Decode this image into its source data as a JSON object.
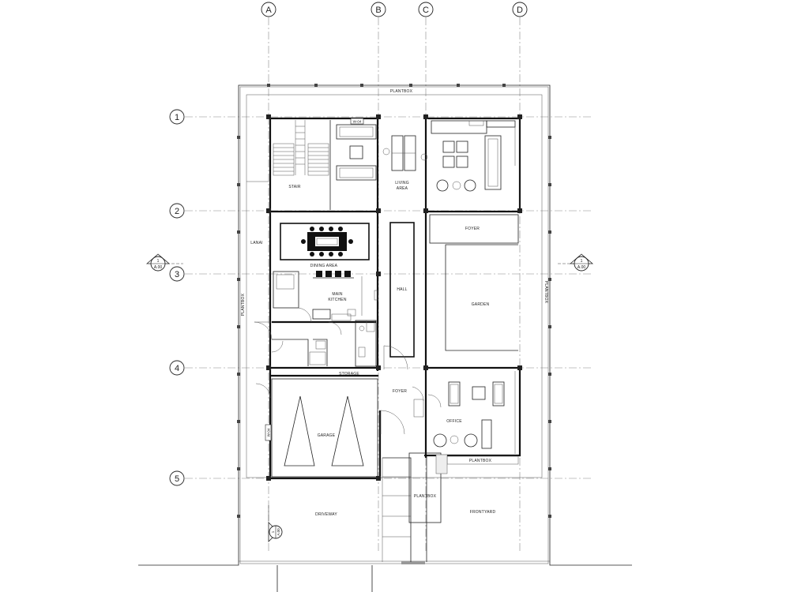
{
  "grid": {
    "columns": [
      "A",
      "B",
      "C",
      "D"
    ],
    "rows": [
      "1",
      "2",
      "3",
      "4",
      "5"
    ]
  },
  "rooms": {
    "plantbox_top": "PLANTBOX",
    "stair": "STAIR",
    "living_area_line1": "LIVING",
    "living_area_line2": "AREA",
    "foyer_top": "FOYER",
    "lanai": "LANAI",
    "dining_area": "DINING AREA",
    "main_kitchen_line1": "MAIN",
    "main_kitchen_line2": "KITCHEN",
    "hall": "HALL",
    "garden": "GARDEN",
    "plantbox_left": "PLANTBOX",
    "plantbox_right": "PLANTBOX",
    "storage": "STORAGE",
    "foyer_bottom": "FOYER",
    "office": "OFFICE",
    "garage": "GARAGE",
    "plantbox_office": "PLANTBOX",
    "plantbox_entry": "PLANTBOX",
    "driveway": "DRIVEWAY",
    "frontyard": "FRONTYARD"
  },
  "tags": {
    "window_top": "W-04",
    "window_garage": "W-04",
    "section_left_num": "1",
    "section_left_sheet": "A.00",
    "section_right_num": "1",
    "section_right_sheet": "A.00",
    "section_bottom_num": "1",
    "section_bottom_sheet": "A.00"
  }
}
